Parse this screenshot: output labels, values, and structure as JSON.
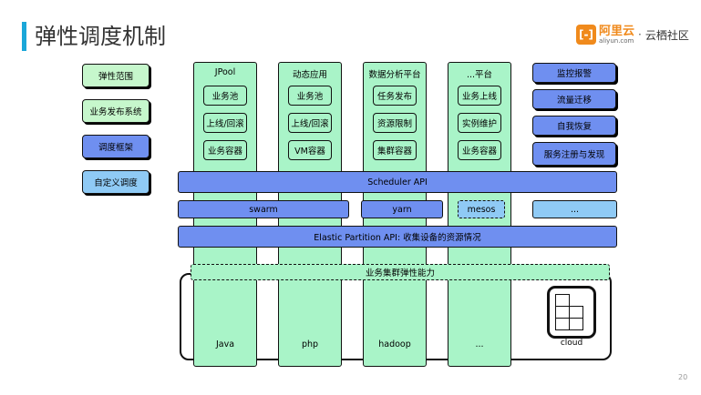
{
  "header": {
    "title": "弹性调度机制",
    "logo_cn": "阿里云",
    "logo_en": "aliyun.com",
    "logo_separator": "·",
    "logo_sub": "云栖社区"
  },
  "page_number": "20",
  "left_labels": [
    "弹性范围",
    "业务发布系统",
    "调度框架",
    "自定义调度"
  ],
  "right_labels": [
    "监控报警",
    "流量迁移",
    "自我恢复",
    "服务注册与发现"
  ],
  "columns": [
    {
      "title": "JPool",
      "items": [
        "业务池",
        "上线/回滚",
        "业务容器"
      ],
      "footer": "Java"
    },
    {
      "title": "动态应用",
      "items": [
        "业务池",
        "上线/回滚",
        "VM容器"
      ],
      "footer": "php"
    },
    {
      "title": "数据分析平台",
      "items": [
        "任务发布",
        "资源限制",
        "集群容器"
      ],
      "footer": "hadoop"
    },
    {
      "title": "...平台",
      "items": [
        "业务上线",
        "实例维护",
        "业务容器"
      ],
      "footer": "..."
    }
  ],
  "cloud_label": "cloud",
  "scheduler_api": "Scheduler API",
  "schedulers": [
    "swarm",
    "yarn",
    "mesos",
    "..."
  ],
  "elastic_partition_api": "Elastic Partition API: 收集设备的资源情况",
  "cluster_elasticity": "业务集群弹性能力",
  "colors": {
    "accent": "#1aa7d9",
    "green": "#a9f4c8",
    "blue": "#6f8ff0",
    "light_blue": "#8fcaf5",
    "logo": "#f08a1c"
  }
}
